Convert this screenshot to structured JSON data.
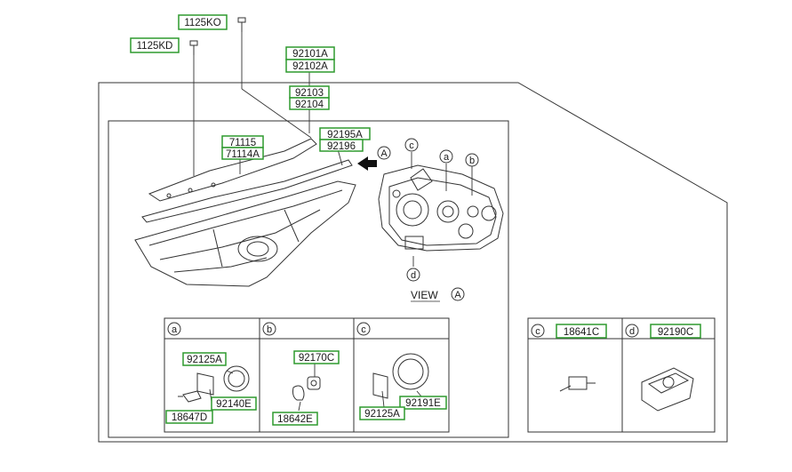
{
  "part_labels": {
    "p1125KO": "1125KO",
    "p1125KD": "1125KD",
    "p92101A": "92101A",
    "p92102A": "92102A",
    "p92103": "92103",
    "p92104": "92104",
    "p71115": "71115",
    "p71114A": "71114A",
    "p92195A": "92195A",
    "p92196": "92196",
    "p92125A_a": "92125A",
    "p92140E": "92140E",
    "p18647D": "18647D",
    "p92170C": "92170C",
    "p18642E": "18642E",
    "p92191E": "92191E",
    "p92125A_c": "92125A",
    "p18641C": "18641C",
    "p92190C": "92190C"
  },
  "callouts": {
    "a": "a",
    "b": "b",
    "c": "c",
    "d": "d",
    "A": "A"
  },
  "view_label": "VIEW",
  "colors": {
    "label_box": "#2e9a2e",
    "line": "#333333"
  }
}
